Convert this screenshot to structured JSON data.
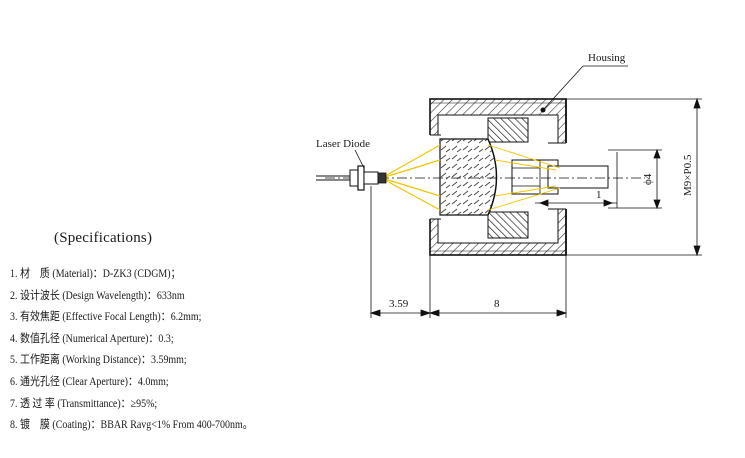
{
  "labels": {
    "housing": "Housing",
    "laser_diode": "Laser Diode",
    "dim_working_distance": "3.59",
    "dim_housing_length": "8",
    "dim_thread": "M9×P0.5",
    "dim_bore": "ϕ4",
    "dim_small": "1"
  },
  "specifications": {
    "title": "(Specifications)",
    "items": [
      "1. 材　质 (Material)：D-ZK3 (CDGM)；",
      "2. 设计波长 (Design Wavelength)：633nm",
      "3. 有效焦距 (Effective Focal Length)：6.2mm;",
      "4. 数值孔径 (Numerical Aperture)：0.3;",
      "5. 工作距离 (Working Distance)：3.59mm;",
      "6. 通光孔径 (Clear Aperture)：4.0mm;",
      "7. 透 过 率 (Transmittance)：≥95%;",
      "8. 镀　膜 (Coating)：BBAR Ravg<1% From 400-700nm。"
    ]
  }
}
